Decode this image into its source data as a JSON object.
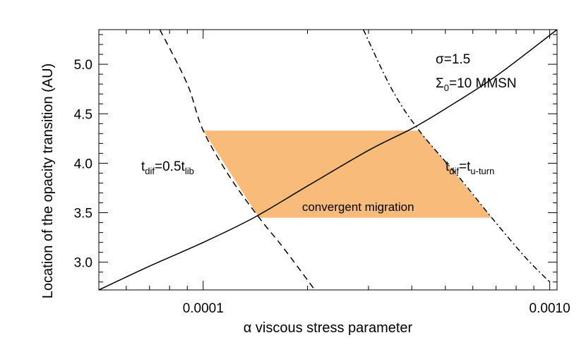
{
  "chart_data": {
    "type": "line",
    "xlabel": "α viscous stress parameter",
    "ylabel": "Location of the opacity transition (AU)",
    "xscale": "log",
    "xlim": [
      5e-05,
      0.00105
    ],
    "ylim": [
      2.72,
      5.35
    ],
    "xticks": [
      {
        "value": 0.0001,
        "label": "0.0001"
      },
      {
        "value": 0.001,
        "label": "0.0010"
      }
    ],
    "yticks": [
      {
        "value": 3.0,
        "label": "3.0"
      },
      {
        "value": 3.5,
        "label": "3.5"
      },
      {
        "value": 4.0,
        "label": "4.0"
      },
      {
        "value": 4.5,
        "label": "4.5"
      },
      {
        "value": 5.0,
        "label": "5.0"
      }
    ],
    "grid": false,
    "series": [
      {
        "style": "solid",
        "color": "#000000",
        "points": [
          [
            5e-05,
            2.72
          ],
          [
            7e-05,
            2.96
          ],
          [
            0.0001,
            3.2
          ],
          [
            0.00014,
            3.45
          ],
          [
            0.0002,
            3.77
          ],
          [
            0.0003,
            4.13
          ],
          [
            0.0004,
            4.35
          ],
          [
            0.0005,
            4.55
          ],
          [
            0.0007,
            4.88
          ],
          [
            0.00105,
            5.35
          ]
        ]
      },
      {
        "name": "tdif=0.5tlib",
        "style": "dashed",
        "color": "#000000",
        "points": [
          [
            7.5e-05,
            5.35
          ],
          [
            9e-05,
            4.8
          ],
          [
            0.0001,
            4.33
          ],
          [
            0.00012,
            3.85
          ],
          [
            0.000145,
            3.45
          ],
          [
            0.00017,
            3.15
          ],
          [
            0.00021,
            2.72
          ]
        ]
      },
      {
        "name": "tdif=tu-turn",
        "style": "dashdot",
        "color": "#000000",
        "points": [
          [
            0.00029,
            5.35
          ],
          [
            0.00035,
            4.75
          ],
          [
            0.00042,
            4.33
          ],
          [
            0.00055,
            3.85
          ],
          [
            0.00068,
            3.45
          ],
          [
            0.00085,
            3.05
          ],
          [
            0.001,
            2.8
          ]
        ]
      }
    ],
    "region": {
      "label": "convergent migration",
      "color": "#F9BB7A",
      "polygon": [
        [
          0.0001,
          4.33
        ],
        [
          0.00042,
          4.33
        ],
        [
          0.00068,
          3.45
        ],
        [
          0.000145,
          3.45
        ]
      ]
    },
    "annotations": {
      "sigma": "σ=1.5",
      "sigma0_main": "Σ",
      "sigma0_sub": "0",
      "sigma0_rest": "=10 MMSN",
      "left_curve": {
        "t": "t",
        "sub1": "dif",
        "mid": "=0.5t",
        "sub2": "lib"
      },
      "right_curve": {
        "t": "t",
        "sub1": "dif",
        "mid": "=t",
        "sub2": "u-turn"
      }
    }
  }
}
